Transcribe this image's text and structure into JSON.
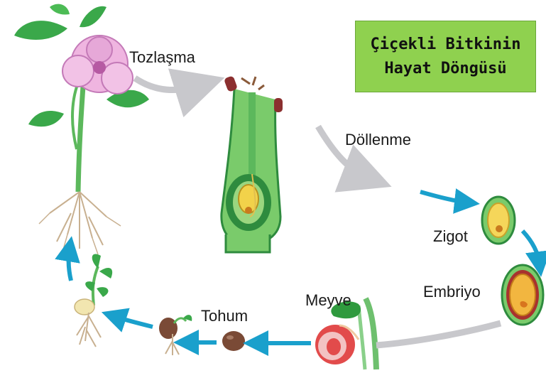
{
  "title": {
    "line1": "Çiçekli Bitkinin",
    "line2": "Hayat Döngüsü"
  },
  "stages": {
    "pollination": "Tozlaşma",
    "fertilization": "Döllenme",
    "zygote": "Zigot",
    "embryo": "Embriyo",
    "fruit": "Meyve",
    "seed": "Tohum"
  },
  "colors": {
    "title_bg": "#8fd14f",
    "gray_arrow": "#c8c8cc",
    "blue_arrow": "#1aa0cc",
    "green": "#4caf50",
    "flower_pink": "#e6a8d8"
  }
}
